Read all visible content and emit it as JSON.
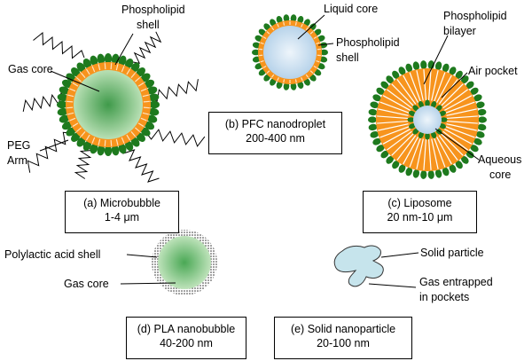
{
  "labels": {
    "phospholipid_shell_a": [
      "Phospholipid",
      "shell"
    ],
    "gas_core_a": "Gas core",
    "peg_arm": [
      "PEG",
      "Arm"
    ],
    "liquid_core": "Liquid core",
    "phospholipid_shell_b": [
      "Phospholipid",
      "shell"
    ],
    "phospholipid_bilayer": [
      "Phospholipid",
      "bilayer"
    ],
    "air_pocket": "Air pocket",
    "aqueous_core": [
      "Aqueous",
      "core"
    ],
    "polylactic_acid_shell": "Polylactic acid shell",
    "gas_core_d": "Gas core",
    "solid_particle": "Solid particle",
    "gas_entrapped": [
      "Gas entrapped",
      "in pockets"
    ]
  },
  "captions": {
    "a": {
      "line1": "(a) Microbubble",
      "line2": "1-4 μm"
    },
    "b": {
      "line1": "(b)  PFC nanodroplet",
      "line2": "200-400 nm"
    },
    "c": {
      "line1": "(c) Liposome",
      "line2": "20 nm-10 μm"
    },
    "d": {
      "line1": "(d) PLA nanobubble",
      "line2": "40-200 nm"
    },
    "e": {
      "line1": "(e) Solid nanoparticle",
      "line2": "20-100 nm"
    }
  },
  "colors": {
    "lipid_head": "#1e7a1e",
    "lipid_tail": "#f7941d",
    "gas_core": "#7cc47c",
    "liquid_core": "#cfe3f3"
  }
}
